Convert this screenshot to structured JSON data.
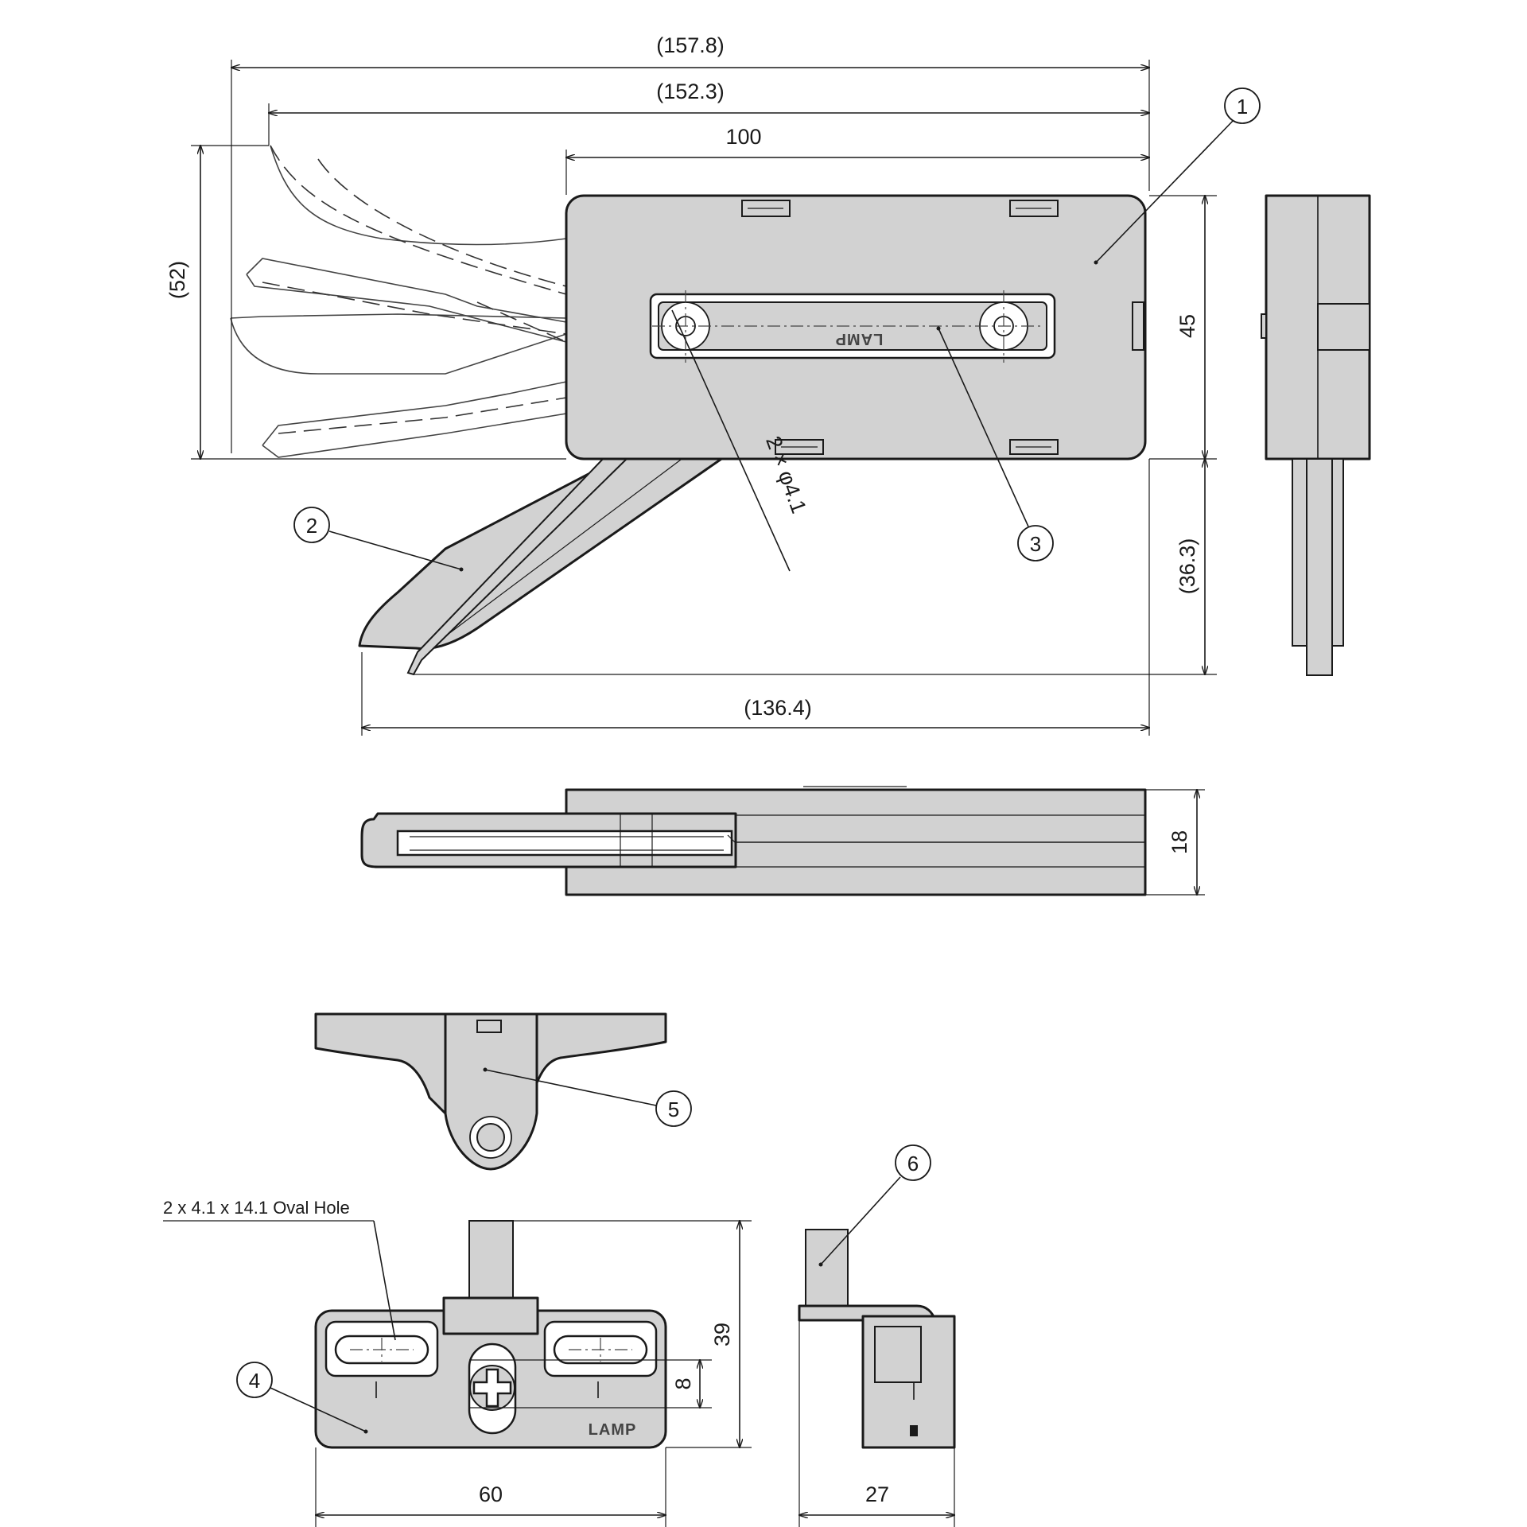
{
  "dimensions": {
    "overall_length": "(157.8)",
    "stroke_length": "(152.3)",
    "body_length": "100",
    "open_height": "(52)",
    "body_height": "45",
    "handle_drop": "(36.3)",
    "open_reach": "(136.4)",
    "thickness": "18",
    "keeper_width": "60",
    "keeper_height": "39",
    "slot_pitch": "8",
    "bracket_depth": "27"
  },
  "annotations": {
    "mount_holes": "2 × φ4.1",
    "oval_hole_note": "2 x 4.1 x 14.1 Oval Hole"
  },
  "callouts": [
    "1",
    "2",
    "3",
    "4",
    "5",
    "6"
  ],
  "logo": {
    "main_logo": "LAMP",
    "keeper_logo": "LAMP"
  },
  "colors": {
    "part_fill": "#d2d2d2",
    "outline": "#1a1a1a",
    "background": "#ffffff"
  }
}
